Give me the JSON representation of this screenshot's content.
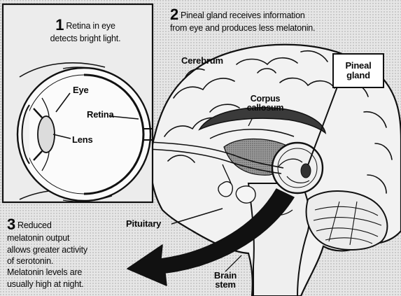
{
  "steps": {
    "one": {
      "num": "1",
      "text_line1": "Retina in eye",
      "text_line2": "detects bright light."
    },
    "two": {
      "num": "2",
      "text_line1": "Pineal gland receives information",
      "text_line2": "from eye and produces less melatonin."
    },
    "three": {
      "num": "3",
      "lines": [
        "Reduced",
        "melatonin output",
        "allows greater activity",
        "of serotonin.",
        "Melatonin levels are",
        "usually high at night."
      ]
    }
  },
  "labels": {
    "eye": "Eye",
    "retina": "Retina",
    "lens": "Lens",
    "cerebrum": "Cerebrum",
    "corpus_line1": "Corpus",
    "corpus_line2": "callosum",
    "pineal_line1": "Pineal",
    "pineal_line2": "gland",
    "pituitary": "Pituitary",
    "brainstem_line1": "Brain",
    "brainstem_line2": "stem"
  },
  "colors": {
    "background": "#e2e2e2",
    "ink": "#0a0a0a",
    "shade": "#9a9a9a",
    "dark_shade": "#4a4a4a",
    "label_box": "#ffffff"
  },
  "icons": {
    "eye": "eyeball-cross-section-icon",
    "brain": "brain-sagittal-section-icon",
    "arrow": "large-curved-arrow-icon",
    "pineal_highlight": "magnifier-circle-icon"
  }
}
